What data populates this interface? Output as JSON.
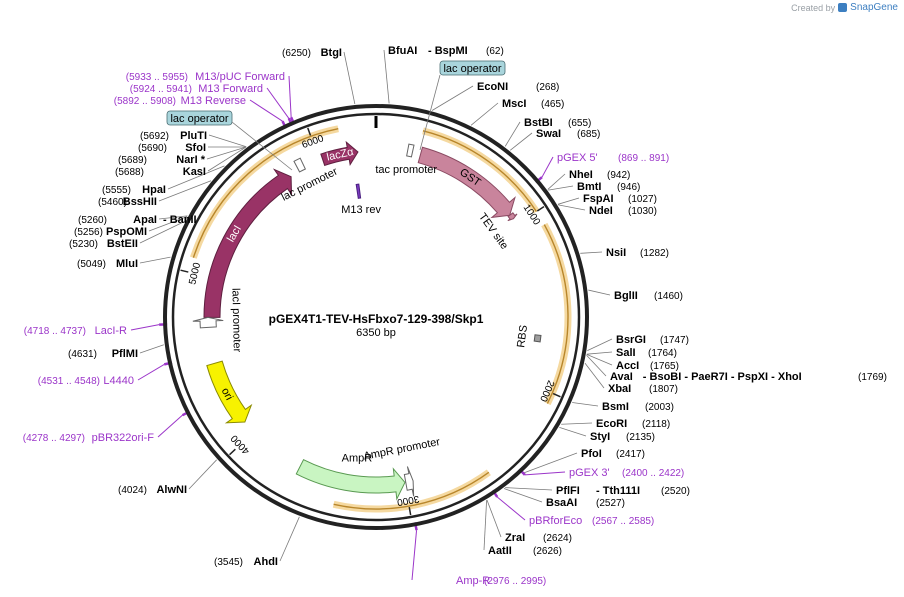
{
  "header": {
    "credit_prefix": "Created by",
    "credit_brand": "SnapGene"
  },
  "plasmid": {
    "name": "pGEX4T1-TEV-HsFbxo7-129-398/Skp1",
    "size_label": "6350 bp",
    "length_bp": 6350
  },
  "ticks": [
    {
      "label": "1000",
      "bp": 1000
    },
    {
      "label": "2000",
      "bp": 2000
    },
    {
      "label": "3000",
      "bp": 3000
    },
    {
      "label": "4000",
      "bp": 4000
    },
    {
      "label": "5000",
      "bp": 5000
    },
    {
      "label": "6000",
      "bp": 6000
    }
  ],
  "sites_right": [
    {
      "name": "BfuAI",
      "extra": "BspMI",
      "pos": "(62)",
      "bp": 62
    },
    {
      "name": "EcoNI",
      "pos": "(268)",
      "bp": 268
    },
    {
      "name": "MscI",
      "pos": "(465)",
      "bp": 465
    },
    {
      "name": "BstBI",
      "pos": "(655)",
      "bp": 655
    },
    {
      "name": "SwaI",
      "pos": "(685)",
      "bp": 685
    },
    {
      "name": "NheI",
      "pos": "(942)",
      "bp": 942
    },
    {
      "name": "BmtI",
      "pos": "(946)",
      "bp": 946
    },
    {
      "name": "FspAI",
      "pos": "(1027)",
      "bp": 1027
    },
    {
      "name": "NdeI",
      "pos": "(1030)",
      "bp": 1030
    },
    {
      "name": "NsiI",
      "pos": "(1282)",
      "bp": 1282
    },
    {
      "name": "BglII",
      "pos": "(1460)",
      "bp": 1460
    },
    {
      "name": "BsrGI",
      "pos": "(1747)",
      "bp": 1747
    },
    {
      "name": "SalI",
      "pos": "(1764)",
      "bp": 1764
    },
    {
      "name": "AccI",
      "pos": "(1765)",
      "bp": 1765
    },
    {
      "name": "AvaI",
      "extra": "BsoBI  -  PaeR7I  -  PspXI  -  XhoI",
      "pos": "(1769)",
      "bp": 1769
    },
    {
      "name": "XbaI",
      "pos": "(1807)",
      "bp": 1807
    },
    {
      "name": "BsmI",
      "pos": "(2003)",
      "bp": 2003
    },
    {
      "name": "EcoRI",
      "pos": "(2118)",
      "bp": 2118
    },
    {
      "name": "StyI",
      "pos": "(2135)",
      "bp": 2135
    },
    {
      "name": "PfoI",
      "pos": "(2417)",
      "bp": 2417
    },
    {
      "name": "PflFI",
      "extra": "Tth111I",
      "pos": "(2520)",
      "bp": 2520
    },
    {
      "name": "BsaAI",
      "pos": "(2527)",
      "bp": 2527
    },
    {
      "name": "ZraI",
      "pos": "(2624)",
      "bp": 2624
    },
    {
      "name": "AatII",
      "pos": "(2626)",
      "bp": 2626
    }
  ],
  "sites_left": [
    {
      "name": "BtgI",
      "pos": "(6250)",
      "bp": 6250
    },
    {
      "name": "PluTI",
      "pos": "(5692)",
      "bp": 5692
    },
    {
      "name": "SfoI",
      "pos": "(5690)",
      "bp": 5690
    },
    {
      "name": "NarI *",
      "pos": "(5689)",
      "bp": 5689
    },
    {
      "name": "KasI",
      "pos": "(5688)",
      "bp": 5688
    },
    {
      "name": "HpaI",
      "pos": "(5555)",
      "bp": 5555
    },
    {
      "name": "BssHII",
      "pos": "(5460)",
      "bp": 5460
    },
    {
      "name": "ApaI",
      "extra": "BanII",
      "pos": "(5260)",
      "bp": 5260
    },
    {
      "name": "PspOMI",
      "pos": "(5256)",
      "bp": 5256
    },
    {
      "name": "BstEII",
      "pos": "(5230)",
      "bp": 5230
    },
    {
      "name": "MluI",
      "pos": "(5049)",
      "bp": 5049
    },
    {
      "name": "PflMI",
      "pos": "(4631)",
      "bp": 4631
    },
    {
      "name": "AlwNI",
      "pos": "(4024)",
      "bp": 4024
    },
    {
      "name": "AhdI",
      "pos": "(3545)",
      "bp": 3545
    }
  ],
  "primers": [
    {
      "name": "M13/pUC Forward",
      "pos": "(5933 .. 5955)",
      "bp": 5944
    },
    {
      "name": "M13 Forward",
      "pos": "(5924 .. 5941)",
      "bp": 5932
    },
    {
      "name": "M13 Reverse",
      "pos": "(5892 .. 5908)",
      "bp": 5900
    },
    {
      "name": "pGEX 5'",
      "pos": "(869 .. 891)",
      "bp": 880
    },
    {
      "name": "LacI-R",
      "pos": "(4718 .. 4737)",
      "bp": 4727
    },
    {
      "name": "L4440",
      "pos": "(4531 .. 4548)",
      "bp": 4540
    },
    {
      "name": "pBR322ori-F",
      "pos": "(4278 .. 4297)",
      "bp": 4288
    },
    {
      "name": "pGEX 3'",
      "pos": "(2400 .. 2422)",
      "bp": 2411
    },
    {
      "name": "pBRforEco",
      "pos": "(2567 .. 2585)",
      "bp": 2576
    },
    {
      "name": "Amp-R",
      "pos": "(2976 .. 2995)",
      "bp": 2985
    }
  ],
  "callouts": [
    {
      "label": "lac operator",
      "side": "top"
    },
    {
      "label": "lac operator",
      "side": "left"
    }
  ],
  "features": [
    {
      "name": "GST",
      "start": 270,
      "end": 930,
      "dir": "cw",
      "color": "#c9849c",
      "stroke": "#8a4a62"
    },
    {
      "name": "TEV site",
      "start": 930,
      "end": 960,
      "dir": "cw",
      "color": "#c9849c",
      "stroke": "#8a4a62"
    },
    {
      "name": "RBS",
      "start": 1700,
      "end": 1740,
      "dir": "none",
      "color": "#9e9e9e",
      "stroke": "#555555"
    },
    {
      "name": "AmpR",
      "start": 3000,
      "end": 3650,
      "dir": "ccw",
      "color": "#c9f5c2",
      "stroke": "#5a9a52"
    },
    {
      "name": "AmpR promoter",
      "start": 2950,
      "end": 2995,
      "dir": "ccw",
      "color": "#ffffff",
      "stroke": "#666666"
    },
    {
      "name": "ori",
      "start": 4080,
      "end": 4480,
      "dir": "ccw",
      "color": "#f7f200",
      "stroke": "#8a8a00"
    },
    {
      "name": "lacI",
      "start": 4760,
      "end": 5800,
      "dir": "cw",
      "color": "#993366",
      "stroke": "#5e1f3f"
    },
    {
      "name": "lacI promoter",
      "start": 4700,
      "end": 4760,
      "dir": "cw",
      "color": "#ffffff",
      "stroke": "#666666"
    },
    {
      "name": "lacZα",
      "start": 6020,
      "end": 6240,
      "dir": "cw",
      "color": "#993366",
      "stroke": "#5e1f3f"
    },
    {
      "name": "lac promoter",
      "start": 5860,
      "end": 5900,
      "dir": "none",
      "color": "#ffffff",
      "stroke": "#666666"
    },
    {
      "name": "tac promoter",
      "start": 190,
      "end": 220,
      "dir": "none",
      "color": "#ffffff",
      "stroke": "#666666"
    },
    {
      "name": "M13 rev",
      "start": 6200,
      "end": 6220,
      "dir": "none",
      "color": "#7a3bbf",
      "stroke": "#4a1f80"
    }
  ],
  "colors": {
    "backbone": "#222222",
    "orf_arc": "#e0a53b",
    "primer": "#9b35c9",
    "operator_fill": "#a9d5dc",
    "operator_stroke": "#4a6d73"
  }
}
